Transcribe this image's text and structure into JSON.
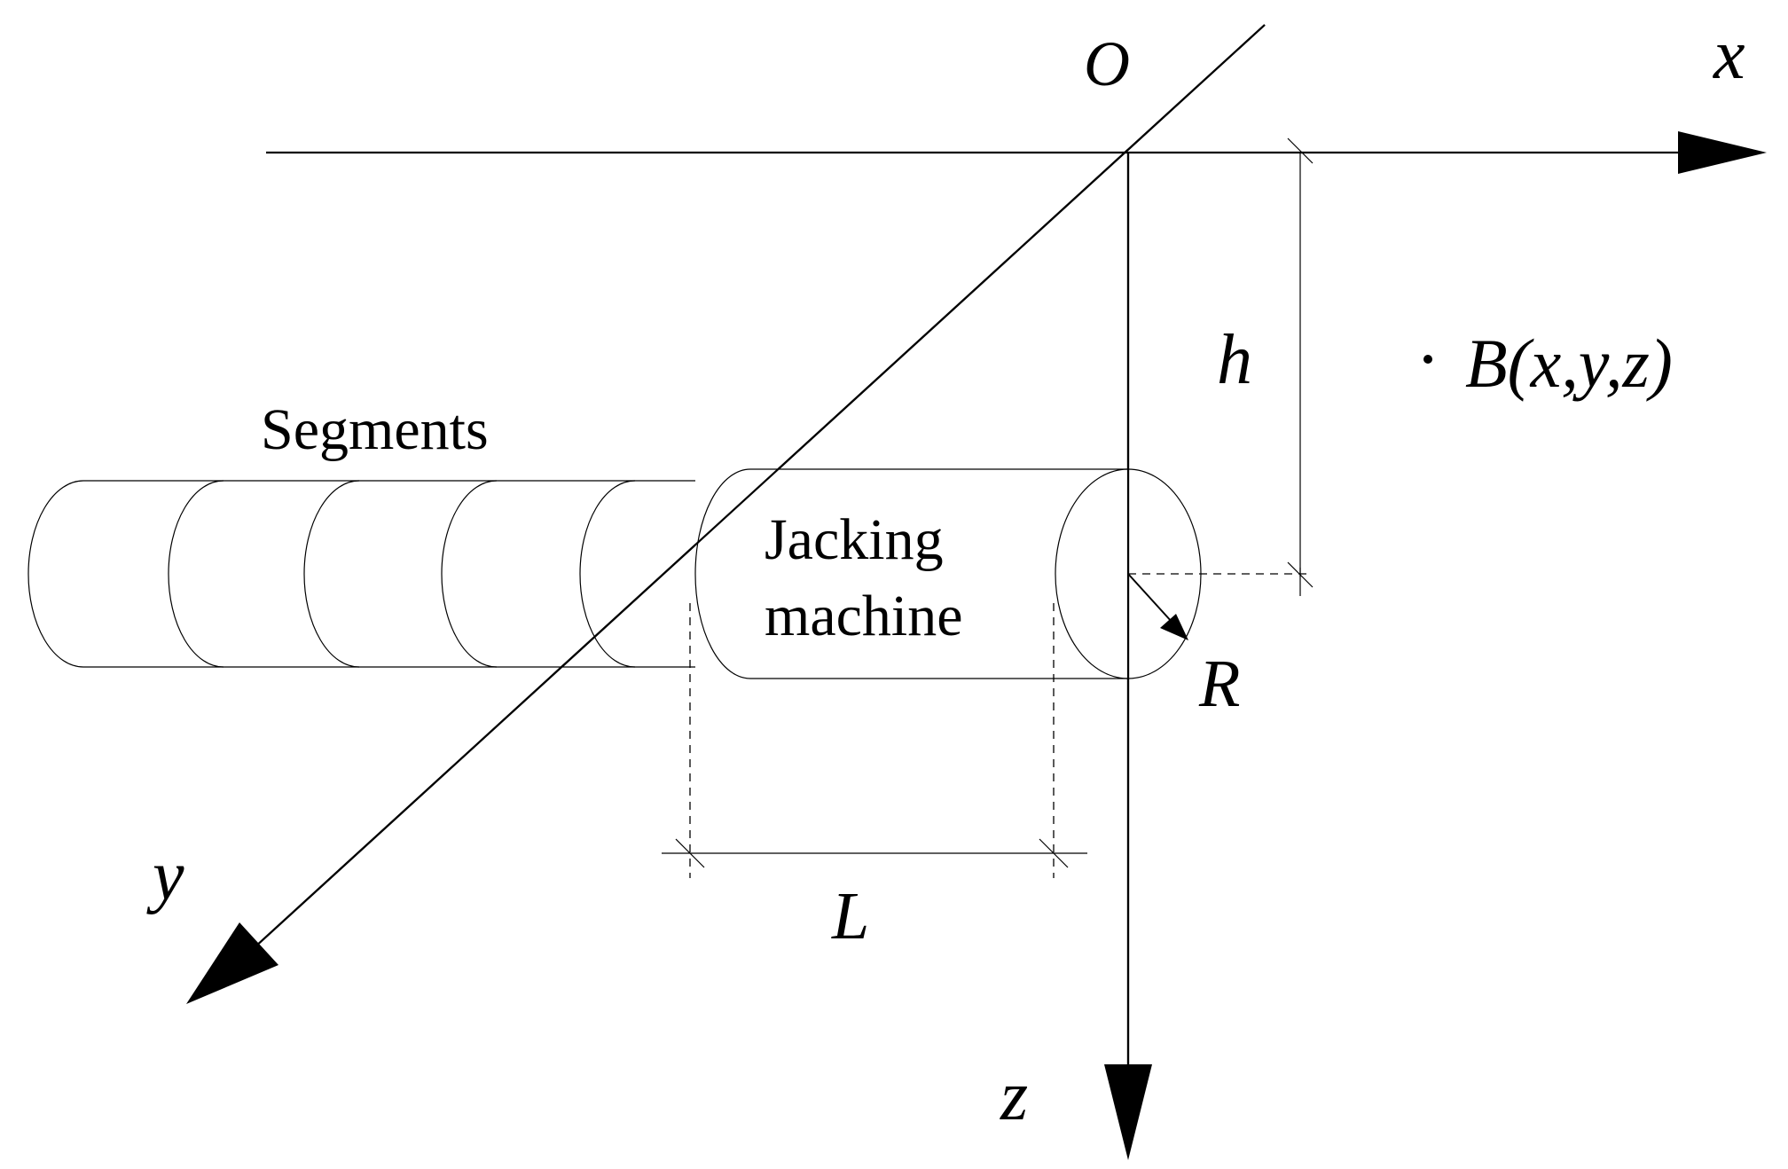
{
  "labels": {
    "origin": "O",
    "x_axis": "x",
    "y_axis": "y",
    "z_axis": "z",
    "depth": "h",
    "radius": "R",
    "length": "L",
    "point": "B(x,y,z)",
    "segments": "Segments",
    "jacking_line1": "Jacking",
    "jacking_line2": "machine"
  }
}
